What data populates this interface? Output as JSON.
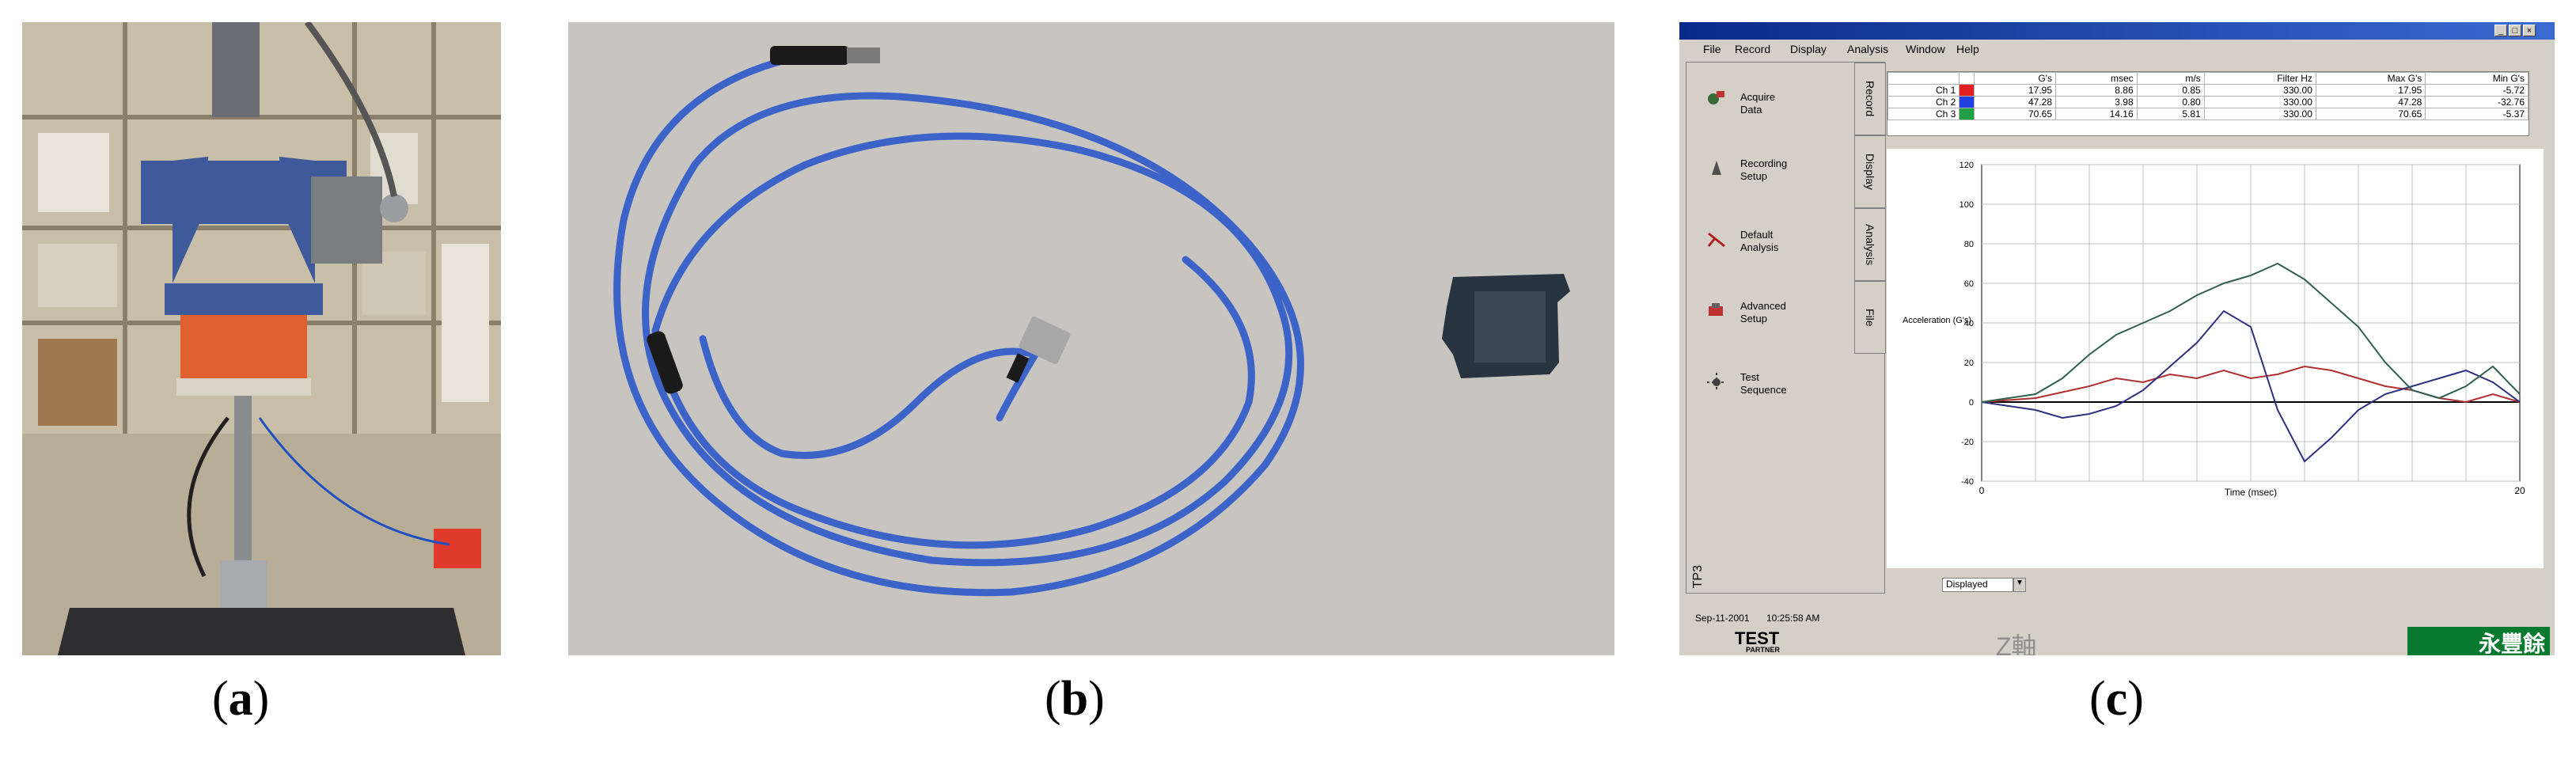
{
  "captions": [
    "(a)",
    "(b)",
    "(c)"
  ],
  "screen": {
    "menu": [
      "File",
      "Record",
      "Display",
      "Analysis",
      "Window",
      "Help"
    ],
    "side_items": [
      "Acquire Data",
      "Recording Setup",
      "Default Analysis",
      "Advanced Setup",
      "Test Sequence"
    ],
    "side_tabs": [
      "Record",
      "Display",
      "Analysis",
      "File"
    ],
    "side_bottom_label": "TP3",
    "table": {
      "columns": [
        "",
        "",
        "G's",
        "msec",
        "m/s",
        "Filter Hz",
        "Max G's",
        "Min G's"
      ],
      "rows": [
        {
          "label": "Ch 1",
          "color": "#e02020",
          "values": [
            "17.95",
            "8.86",
            "0.85",
            "330.00",
            "17.95",
            "-5.72"
          ]
        },
        {
          "label": "Ch 2",
          "color": "#2040e0",
          "values": [
            "47.28",
            "3.98",
            "0.80",
            "330.00",
            "47.28",
            "-32.76"
          ]
        },
        {
          "label": "Ch 3",
          "color": "#20a040",
          "values": [
            "70.65",
            "14.16",
            "5.81",
            "330.00",
            "70.65",
            "-5.37"
          ]
        }
      ]
    },
    "toolbar_select": "Displayed",
    "status": [
      "Sep-11-2001",
      "10:25:58 AM"
    ],
    "logo_test": "TEST",
    "logo_partner": "PARTNER",
    "axis_title_bottom": "Z軸",
    "brand_text": "永豐餘"
  },
  "chart_data": {
    "type": "line",
    "xlabel": "Time (msec)",
    "ylabel": "Acceleration (G's)",
    "xlim": [
      0,
      20
    ],
    "ylim": [
      -40,
      120
    ],
    "yticks": [
      120,
      100,
      80,
      60,
      40,
      20,
      0,
      -20,
      -40
    ],
    "xticks": [
      0,
      20
    ],
    "grid": true,
    "series": [
      {
        "color": "#b03030",
        "x": [
          0,
          2,
          4,
          5,
          6,
          7,
          8,
          9,
          10,
          11,
          12,
          13,
          14,
          15,
          16,
          17,
          18,
          19,
          20
        ],
        "y": [
          0,
          2,
          8,
          12,
          10,
          14,
          12,
          16,
          12,
          14,
          18,
          16,
          12,
          8,
          6,
          2,
          0,
          4,
          0
        ]
      },
      {
        "color": "#303080",
        "x": [
          0,
          2,
          3,
          4,
          5,
          6,
          7,
          8,
          9,
          10,
          11,
          12,
          13,
          14,
          15,
          16,
          17,
          18,
          19,
          20
        ],
        "y": [
          0,
          -4,
          -8,
          -6,
          -2,
          6,
          18,
          30,
          46,
          38,
          -4,
          -30,
          -18,
          -4,
          4,
          8,
          12,
          16,
          10,
          0
        ]
      },
      {
        "color": "#306050",
        "x": [
          0,
          2,
          3,
          4,
          5,
          6,
          7,
          8,
          9,
          10,
          11,
          12,
          13,
          14,
          15,
          16,
          17,
          18,
          19,
          20
        ],
        "y": [
          0,
          4,
          12,
          24,
          34,
          40,
          46,
          54,
          60,
          64,
          70,
          62,
          50,
          38,
          20,
          6,
          2,
          8,
          18,
          4
        ]
      }
    ]
  }
}
